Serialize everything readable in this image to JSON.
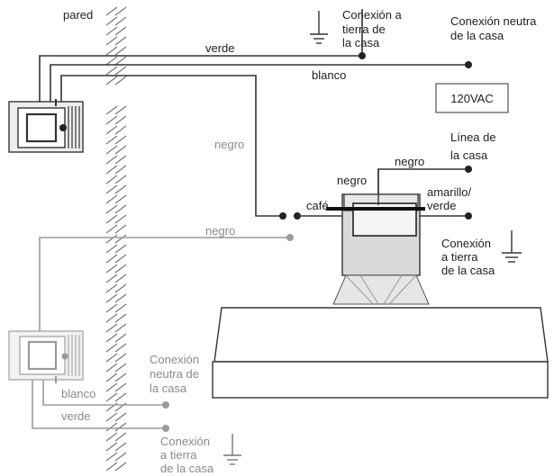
{
  "labels": {
    "wall": "pared",
    "ground_top_1": "Conexión a",
    "ground_top_2": "tierra de",
    "ground_top_3": "la casa",
    "neutral_top_1": "Conexión neutra",
    "neutral_top_2": "de la casa",
    "green_top": "verde",
    "white_top": "blanco",
    "voltage": "120VAC",
    "black_top": "negro",
    "line_1": "Línea de",
    "line_2": "la casa",
    "black_line": "negro",
    "black_motor": "negro",
    "brown": "café",
    "yellow_green_1": "amarillo/",
    "yellow_green_2": "verde",
    "ground_hood_1": "Conexión",
    "ground_hood_2": "a tierra",
    "ground_hood_3": "de la casa",
    "black_bottom": "negro",
    "neutral_bottom_1": "Conexión",
    "neutral_bottom_2": "neutra de",
    "neutral_bottom_3": "la casa",
    "white_bottom": "blanco",
    "green_bottom": "verde",
    "ground_bottom_1": "Conexión",
    "ground_bottom_2": "a tierra",
    "ground_bottom_3": "de la casa"
  }
}
